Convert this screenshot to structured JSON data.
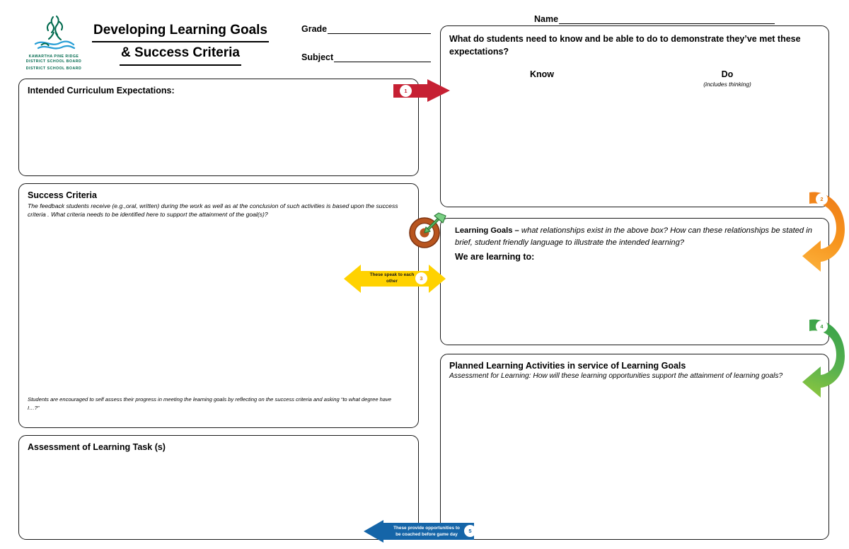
{
  "header": {
    "logo": {
      "name": "kawartha-pine-ridge-logo",
      "line1": "KAWARTHA PINE RIDGE",
      "line2": "DISTRICT SCHOOL BOARD",
      "line3": "DISTRICT SCHOOL BOARD",
      "green": "#006a4e",
      "blue": "#2a9fd6"
    },
    "title_line1": "Developing Learning Goals",
    "title_line2": "& Success Criteria",
    "fields": [
      {
        "label": "Grade",
        "value": ""
      },
      {
        "label": "Subject",
        "value": ""
      },
      {
        "label": "Name",
        "value": ""
      }
    ]
  },
  "left_column": {
    "curriculum": {
      "title": "Intended Curriculum Expectations:",
      "body": ""
    },
    "success": {
      "title": "Success Criteria",
      "subtitle": "The feedback students receive (e.g.,oral, written) during the work as well as at the conclusion of such activities is based upon the success criteria . What criteria needs to be identified here to support the attainment of the goal(s)?",
      "footnote": "Students are encouraged to self assess their progress in meeting the learning goals by reflecting on the success criteria and asking “to what degree have I…?”",
      "body": ""
    },
    "assessment": {
      "title": "Assessment of Learning Task (s)",
      "body": ""
    }
  },
  "right_column": {
    "know_do": {
      "prompt": "What do students need to know and be able to do to demonstrate they’ve met these expectations?",
      "columns": [
        {
          "head": "Know",
          "note": ""
        },
        {
          "head": "Do",
          "note": "(includes thinking)"
        }
      ],
      "body": ""
    },
    "learning_goals": {
      "title": "Learning Goals –",
      "subtitle": "what relationships exist in the above box? How can these relationships be stated in brief, student friendly language to illustrate the intended learning?",
      "stem": "We are learning to:",
      "icon": "target-with-arrow-icon",
      "body": ""
    },
    "planned": {
      "title": "Planned Learning Activities in service of Learning Goals",
      "subtitle": "Assessment for Learning: How will these learning opportunities support the attainment of learning goals?",
      "body": ""
    }
  },
  "arrows": [
    {
      "number": "1",
      "color": "#c62033",
      "direction": "right",
      "label": ""
    },
    {
      "number": "2",
      "color": "#f59120",
      "direction": "curved-down-left",
      "label": ""
    },
    {
      "number": "3",
      "color": "#ffd200",
      "direction": "double-horizontal",
      "label": "These speak to each other"
    },
    {
      "number": "4",
      "color": "#4aa94a",
      "direction": "curved-down-left",
      "label": ""
    },
    {
      "number": "5",
      "color": "#1565a8",
      "direction": "left",
      "label": "These provide opportunities to be coached before game day"
    }
  ]
}
